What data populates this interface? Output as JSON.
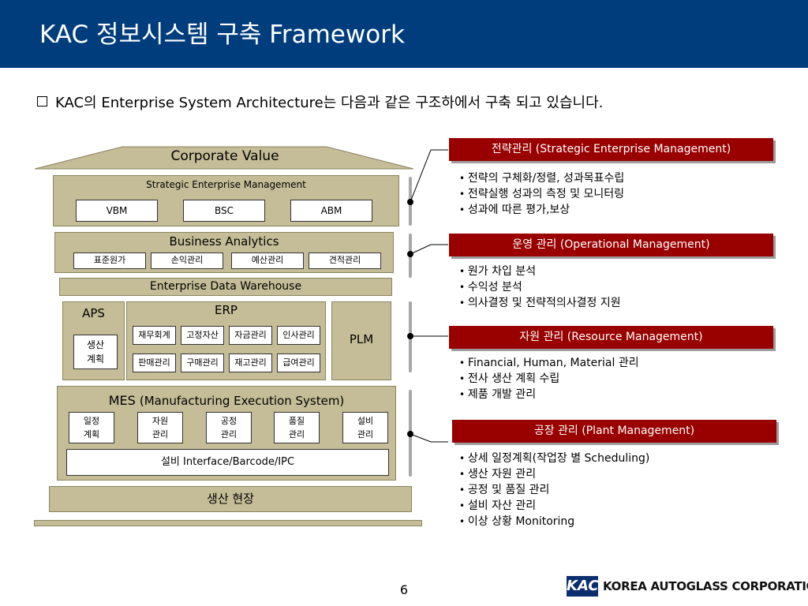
{
  "header": {
    "title": "KAC 정보시스템 구축 Framework"
  },
  "subtitle": "KAC의 Enterprise System Architecture는 다음과 같은 구조하에서 구축 되고 있습니다.",
  "house": {
    "roof": "Corporate Value",
    "sem": {
      "title": "Strategic Enterprise Management",
      "items": [
        "VBM",
        "BSC",
        "ABM"
      ]
    },
    "ba": {
      "title": "Business Analytics",
      "items": [
        "표준원가",
        "손익관리",
        "예산관리",
        "견적관리"
      ]
    },
    "edw": "Enterprise Data Warehouse",
    "aps": {
      "title": "APS",
      "item": "생산 계획"
    },
    "erp": {
      "title": "ERP",
      "items": [
        "재무회계",
        "고정자산",
        "자금관리",
        "인사관리",
        "판매관리",
        "구매관리",
        "재고관리",
        "급여관리"
      ]
    },
    "plm": "PLM",
    "mes": {
      "title": "MES",
      "subtitle": "(Manufacturing Execution System)",
      "items": [
        "일정 계획",
        "자원 관리",
        "공정 관리",
        "품질 관리",
        "설비 관리"
      ],
      "interface": "설비 Interface/Barcode/IPC"
    },
    "floor": "생산 현장"
  },
  "management": [
    {
      "label": "전략관리 (Strategic Enterprise Management)",
      "bullets": [
        "전략의 구체화/정렬, 성과목표수립",
        "전략실행 성과의 측정 및 모니터링",
        "성과에 따른 평가,보상"
      ]
    },
    {
      "label": "운영 관리 (Operational  Management)",
      "bullets": [
        "원가 차입 분석",
        "수익성 분석",
        "의사결정 및 전략적의사결정 지원"
      ]
    },
    {
      "label": "자원 관리 (Resource  Management)",
      "bullets": [
        "Financial, Human, Material 관리",
        "전사 생산 계획 수립",
        "제품 개발 관리"
      ]
    },
    {
      "label": "공장 관리 (Plant  Management)",
      "bullets": [
        "상세 일정계획(작업장 별 Scheduling)",
        "생산 자원 관리",
        "공정 및 품질 관리",
        "설비 자산 관리",
        "이상 상황 Monitoring"
      ]
    }
  ],
  "footer": {
    "page": "6",
    "logo_mark": "KAC",
    "logo_text": "KOREA AUTOGLASS CORPORATION"
  },
  "colors": {
    "header": "#003d7c",
    "panel": "#c4bd97",
    "accent": "#990000"
  }
}
